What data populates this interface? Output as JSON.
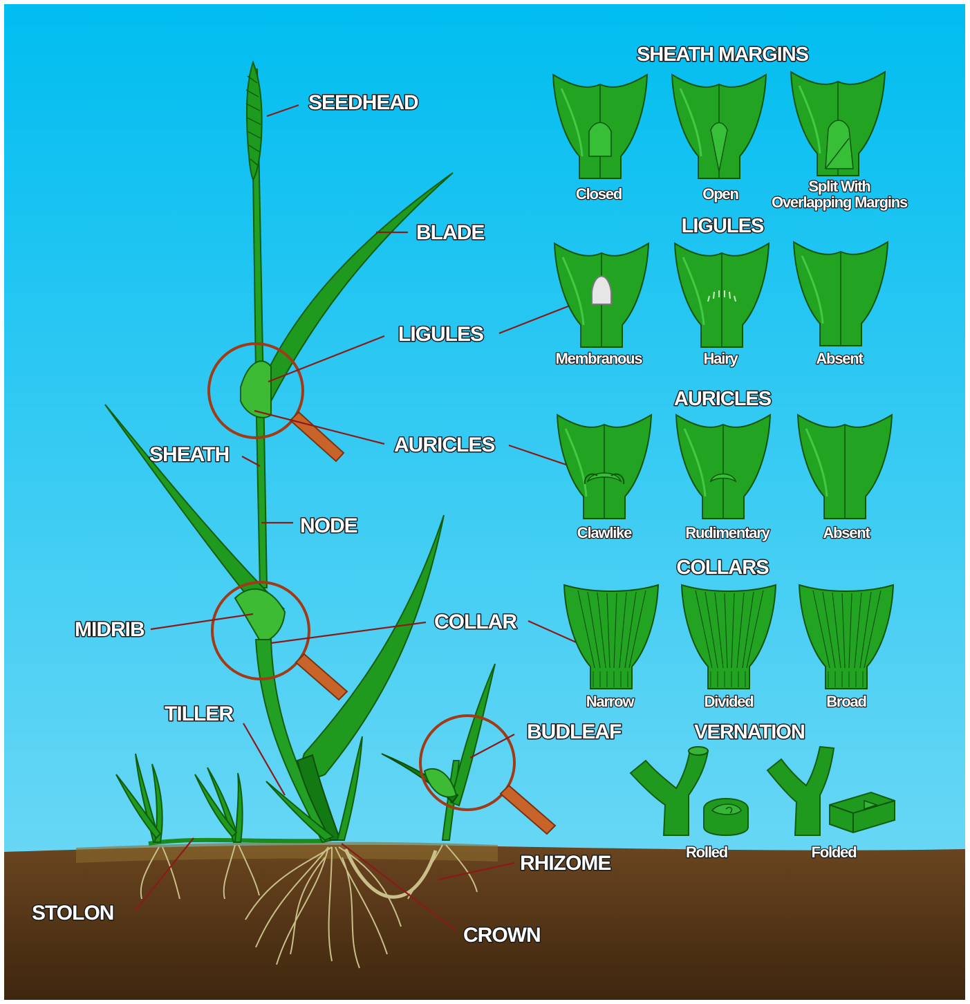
{
  "colors": {
    "sky_top": "#00bdf0",
    "sky_bottom": "#7adbf6",
    "soil": "#5a3a18",
    "leaf": "#1f9a1f",
    "leader": "#8b1a1a",
    "magnifier": "#a13a16"
  },
  "plant_labels": {
    "seedhead": "SEEDHEAD",
    "blade": "BLADE",
    "ligules": "LIGULES",
    "sheath": "SHEATH",
    "auricles": "AURICLES",
    "node": "NODE",
    "midrib": "MIDRIB",
    "collar": "COLLAR",
    "tiller": "TILLER",
    "budleaf": "BUDLEAF",
    "rhizome": "RHIZOME",
    "stolon": "STOLON",
    "crown": "CROWN"
  },
  "sections": {
    "sheath_margins": {
      "title": "SHEATH MARGINS",
      "items": [
        "Closed",
        "Open",
        "Split With",
        "Overlapping Margins"
      ]
    },
    "ligules": {
      "title": "LIGULES",
      "items": [
        "Membranous",
        "Hairy",
        "Absent"
      ]
    },
    "auricles": {
      "title": "AURICLES",
      "items": [
        "Clawlike",
        "Rudimentary",
        "Absent"
      ]
    },
    "collars": {
      "title": "COLLARS",
      "items": [
        "Narrow",
        "Divided",
        "Broad"
      ]
    },
    "vernation": {
      "title": "VERNATION",
      "items": [
        "Rolled",
        "Folded"
      ]
    }
  }
}
